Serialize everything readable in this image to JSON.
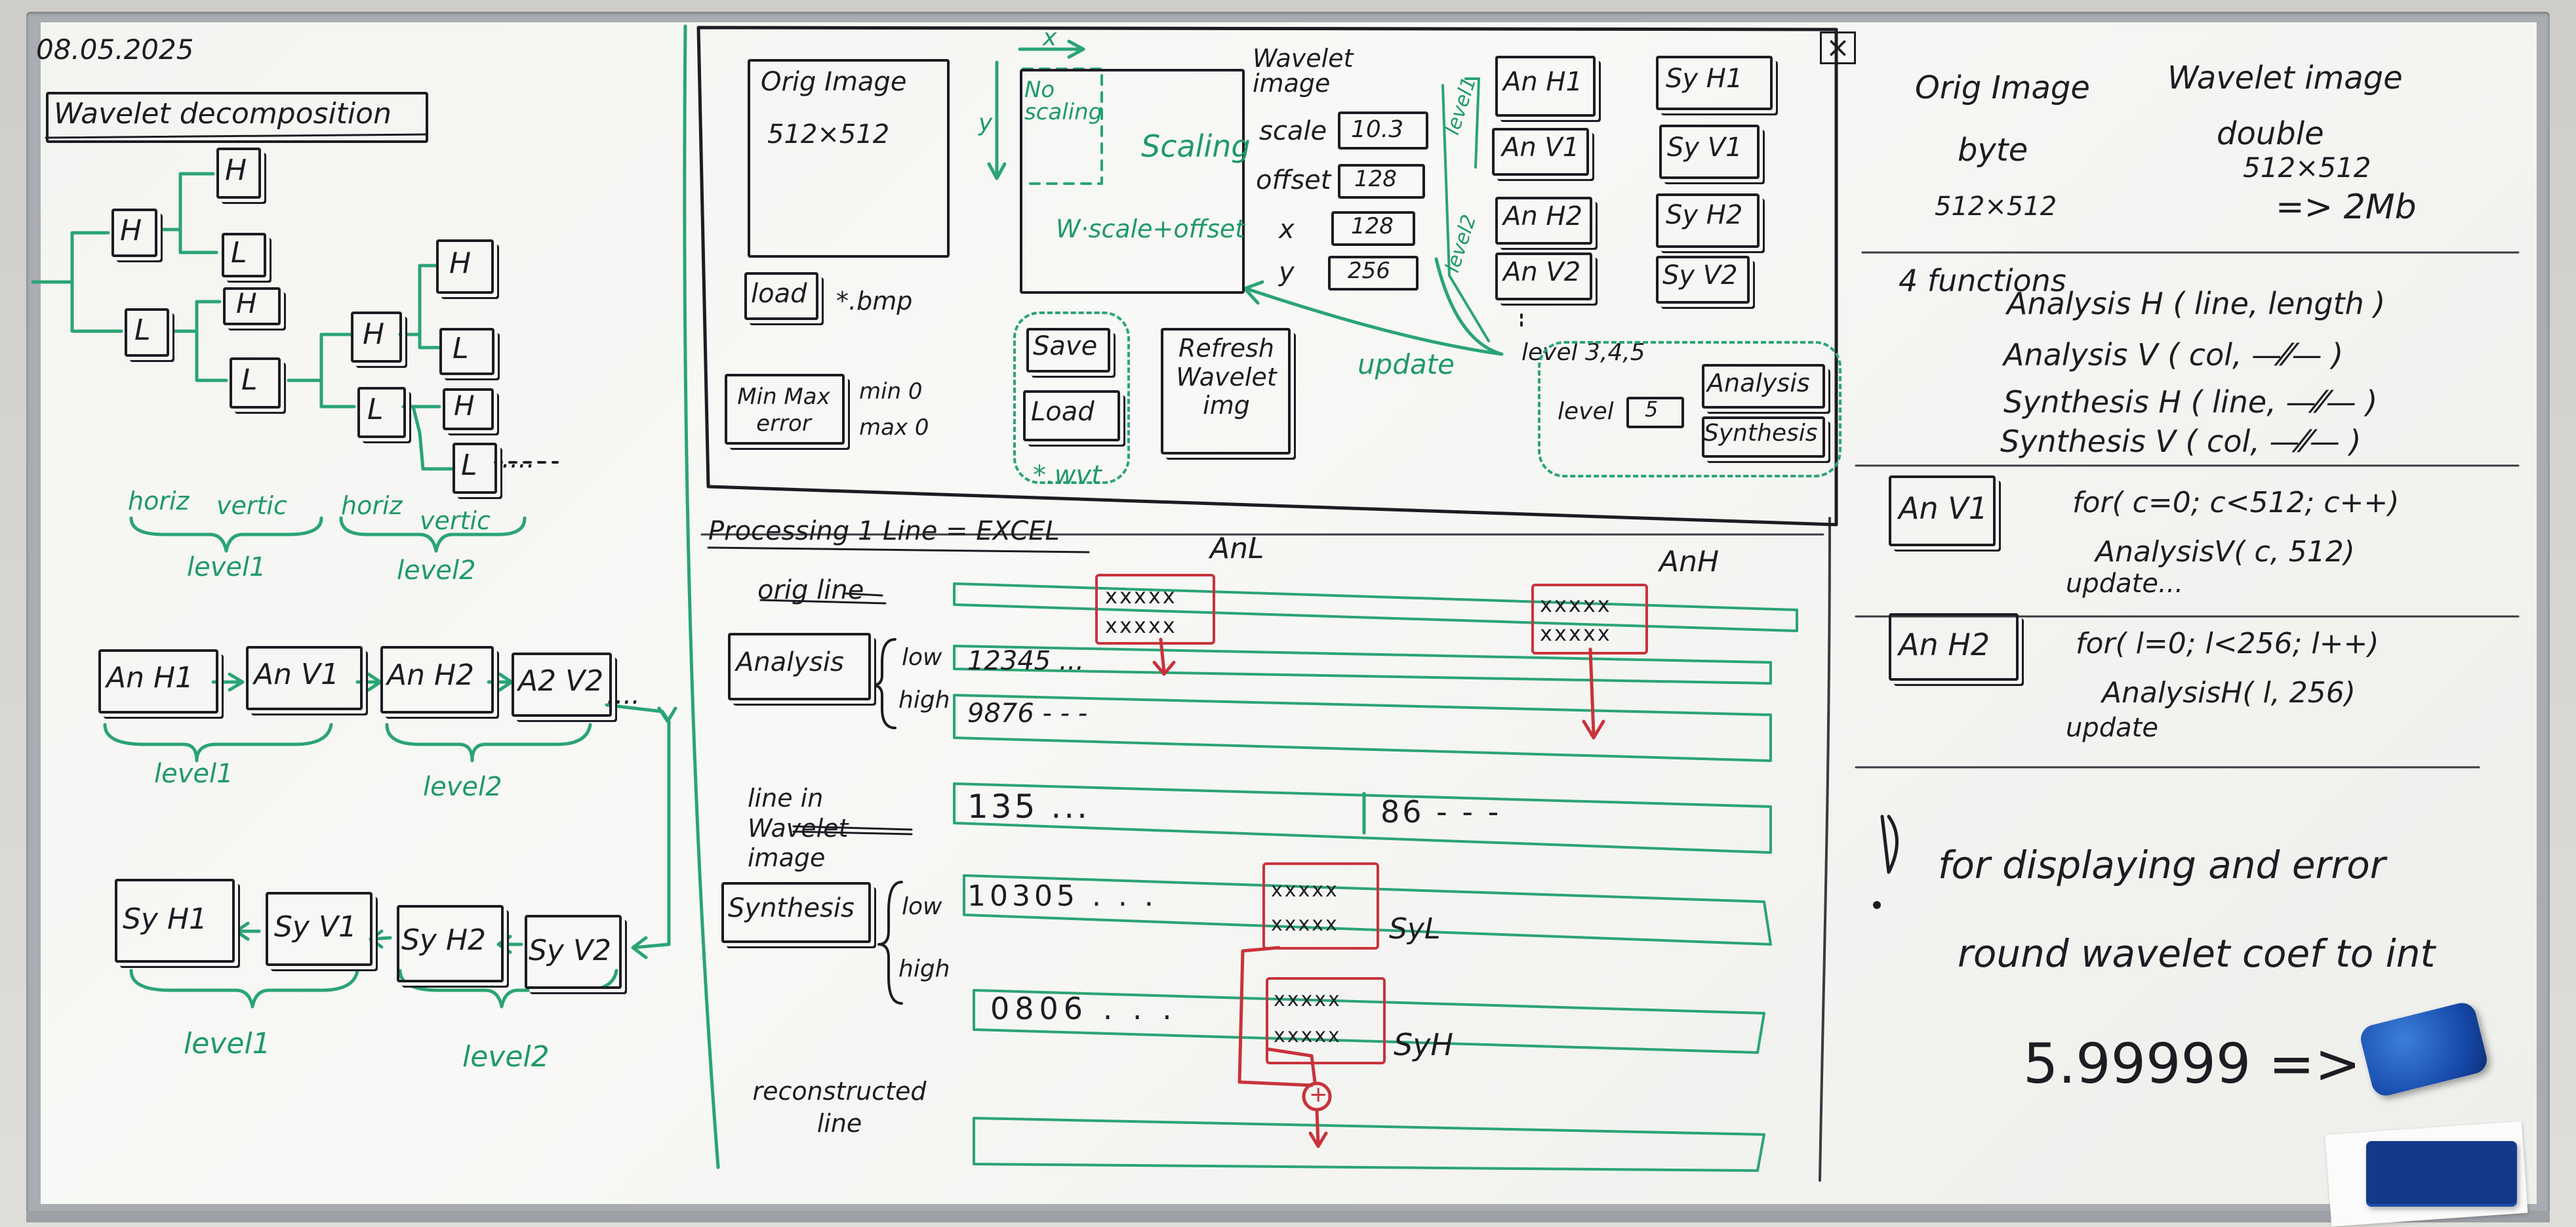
{
  "date": "08.05.2025",
  "decomposition": {
    "title": "Wavelet decomposition",
    "tree": [
      "H",
      "L",
      "H",
      "L",
      "H",
      "L",
      "H",
      "L",
      "H",
      "L",
      "H",
      "L"
    ],
    "dots": "....",
    "labels": {
      "h1": "horiz",
      "v1": "vertic",
      "lvl1": "level1",
      "h2": "horiz",
      "v2": "vertic",
      "lvl2": "level2"
    }
  },
  "analysis_chain": {
    "items": [
      "An H1",
      "An V1",
      "An H2",
      "A2 V2"
    ],
    "dots": "....",
    "lvl1": "level1",
    "lvl2": "level2"
  },
  "synthesis_chain": {
    "items": [
      "Sy H1",
      "Sy V1",
      "Sy H2",
      "Sy V2"
    ],
    "lvl1": "level1",
    "lvl2": "level2"
  },
  "ui_sketch": {
    "orig_image": "Orig Image",
    "orig_size": "512×512",
    "x_axis": "x",
    "y_axis": "y",
    "no_scaling": "No scaling",
    "scaling": "Scaling",
    "formula": "W·scale+offset",
    "wavelet_image": "Wavelet image",
    "fields": [
      {
        "label": "scale",
        "value": "10.3"
      },
      {
        "label": "offset",
        "value": "128"
      },
      {
        "label": "x",
        "value": "128"
      },
      {
        "label": "y",
        "value": "256"
      }
    ],
    "level1_tag": "level1",
    "level2_tag": "level2",
    "an_buttons": [
      "An H1",
      "An V1",
      "An H2",
      "An V2"
    ],
    "sy_buttons": [
      "Sy H1",
      "Sy V1",
      "Sy H2",
      "Sy V2"
    ],
    "load_button": "load",
    "load_ext": "*.bmp",
    "minmax_button": "Min Max error",
    "min_label": "min 0",
    "max_label": "max 0",
    "save_button": "Save",
    "load2_button": "Load",
    "wvt_ext": "*.wvt",
    "refresh_button": "Refresh Wavelet img",
    "update": "update",
    "levels_note": "level 3,4,5",
    "level_label": "level",
    "level_value": "5",
    "analysis_button": "Analysis",
    "synthesis_button": "Synthesis",
    "close": "×"
  },
  "processing": {
    "title": "Processing 1 Line = EXCEL",
    "anl": "AnL",
    "anh": "AnH",
    "orig_line": "orig line",
    "analysis": "Analysis",
    "low": "low",
    "high": "high",
    "low_vals": "12345 ...",
    "high_vals": "9876 - - -",
    "line_in_wavelet": "line in Wavelet image",
    "wav_left": "135 ...",
    "wav_right": "86 - - -",
    "synthesis": "Synthesis",
    "syn_low": "low",
    "syn_high": "high",
    "syn_low_vals": "10305 . . .",
    "syn_high_vals": "0806 . . .",
    "syl": "SyL",
    "syh": "SyH",
    "reconstructed": "reconstructed line",
    "plus": "+",
    "xs": "xxxxx"
  },
  "notes": {
    "orig_image": "Orig Image",
    "byte": "byte",
    "orig_size": "512×512",
    "wavelet_image": "Wavelet image",
    "double": "double",
    "wav_size": "512×512",
    "mem": "=> 2Mb",
    "functions_title": "4 functions",
    "functions": [
      "Analysis H ( line, length )",
      "Analysis V ( col, —⁄⁄— )",
      "Synthesis H ( line, —⁄⁄— )",
      "Synthesis V ( col, —⁄⁄— )"
    ],
    "anv1": "An V1",
    "loop1": [
      "for( c=0; c<512; c++)",
      "AnalysisV( c, 512)",
      "update..."
    ],
    "anh2": "An H2",
    "loop2": [
      "for( l=0; l<256; l++)",
      "AnalysisH( l, 256)",
      "update"
    ],
    "warning": "!",
    "display1": "for displaying and error",
    "display2": "round wavelet coef to int",
    "rounding": "5.99999 => 6"
  }
}
